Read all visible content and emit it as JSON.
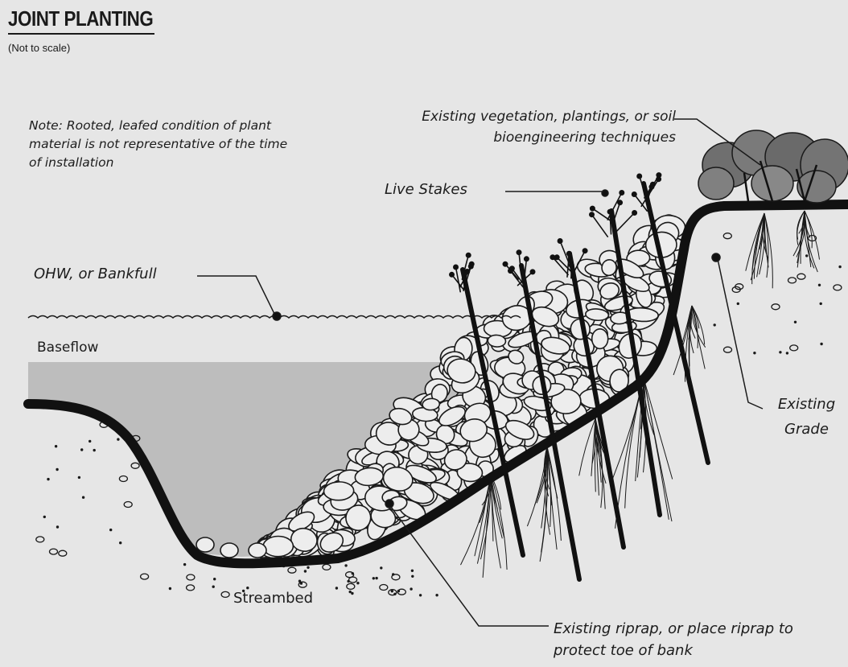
{
  "header": {
    "title": "JOINT PLANTING",
    "subtitle": "(Not to scale)"
  },
  "labels": {
    "note": "Note: Rooted, leafed condition of plant material is not representative of the time of installation",
    "vegetation": "Existing vegetation, plantings, or soil bioengineering techniques",
    "live_stakes": "Live Stakes",
    "ohw": "OHW, or Bankfull",
    "baseflow": "Baseflow",
    "existing_grade": "Existing Grade",
    "streambed": "Streambed",
    "riprap": "Existing riprap, or place riprap to protect toe of bank"
  },
  "colors": {
    "background": "#e6e6e6",
    "water": "#bdbdbd",
    "ground_line": "#111111",
    "foliage": "#6f6f6f",
    "rock_fill": "#ededed"
  }
}
